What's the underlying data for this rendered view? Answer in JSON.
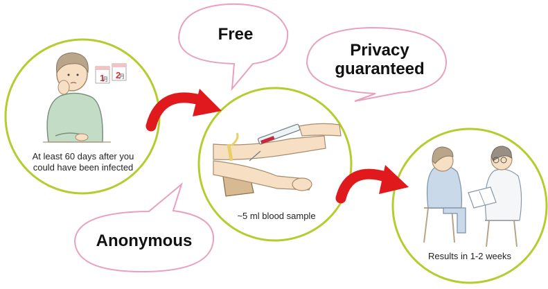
{
  "steps": [
    {
      "caption": "At least 60 days after you could have been infected",
      "illustration": "worried-person-calendar-illustration"
    },
    {
      "caption": "~5 ml blood sample",
      "illustration": "blood-draw-illustration"
    },
    {
      "caption": "Results in 1-2 weeks",
      "illustration": "doctor-consultation-illustration"
    }
  ],
  "bubbles": {
    "free": "Free",
    "privacy": "Privacy guaranteed",
    "anonymous": "Anonymous"
  },
  "calendar": {
    "day1": "1",
    "day2": "2",
    "unit": "月"
  },
  "colors": {
    "circle_border": "#b6cc2e",
    "bubble_border": "#e9a0c0",
    "arrow": "#e0191c",
    "skin": "#f7dfc4",
    "sweater": "#c2dcc6"
  }
}
